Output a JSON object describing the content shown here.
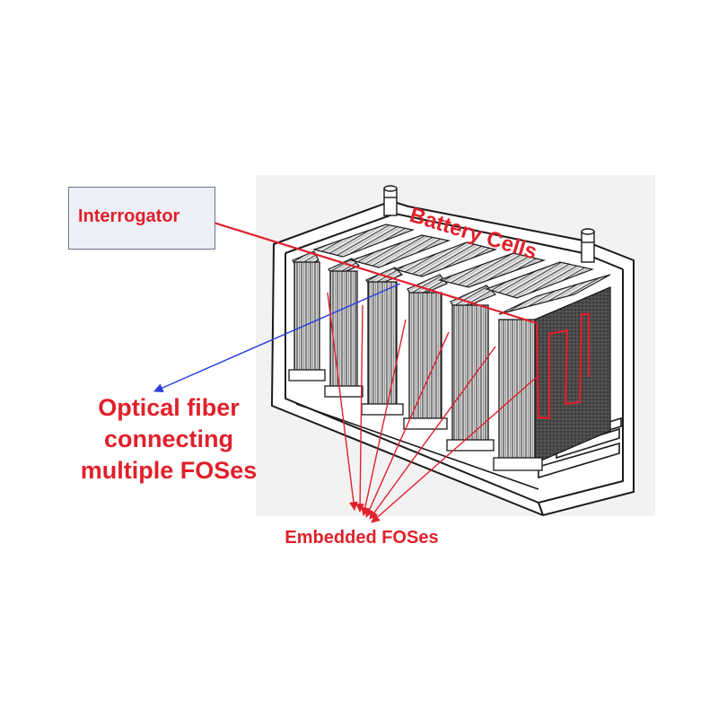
{
  "labels": {
    "interrogator": "Interrogator",
    "battery_cells": "Battery Cells",
    "optical_fiber": [
      "Optical fiber",
      "connecting",
      "multiple FOSes"
    ],
    "embedded_foses": "Embedded FOSes"
  },
  "colors": {
    "label_red": "#e0202a",
    "fiber_red": "#e0202a",
    "pointer_blue": "#2d3fe0",
    "box_fill": "#eef0f7",
    "box_border": "#6c7488",
    "outline": "#1a1a1a"
  }
}
